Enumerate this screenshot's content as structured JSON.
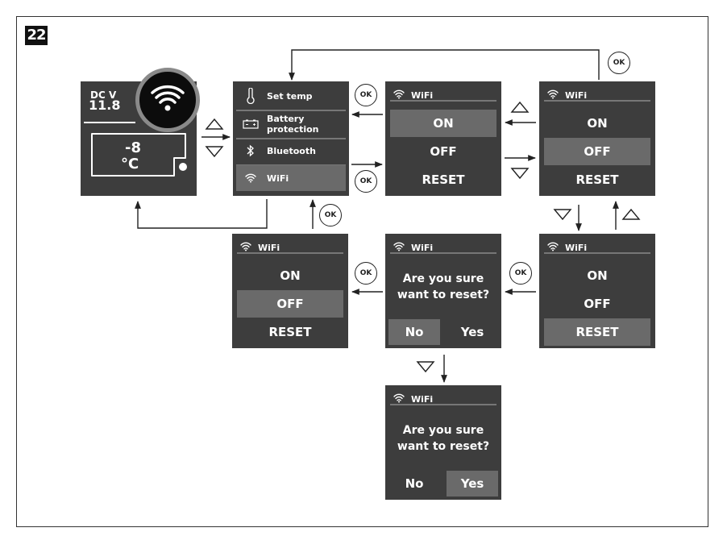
{
  "figure_number": "22",
  "ok_label": "OK",
  "home": {
    "voltage_label": "DC V",
    "voltage": "11.8",
    "temp": "-8",
    "unit": "°C"
  },
  "menu": {
    "items": [
      "Set temp",
      "Battery protection",
      "Bluetooth",
      "WiFi"
    ],
    "selected": 3
  },
  "wifi_title": "WiFi",
  "options": [
    "ON",
    "OFF",
    "RESET"
  ],
  "confirm": {
    "line1": "Are you sure",
    "line2": "want to reset?",
    "no": "No",
    "yes": "Yes"
  },
  "colors": {
    "screen": "#3d3d3d",
    "highlight": "#6a6a6a"
  }
}
